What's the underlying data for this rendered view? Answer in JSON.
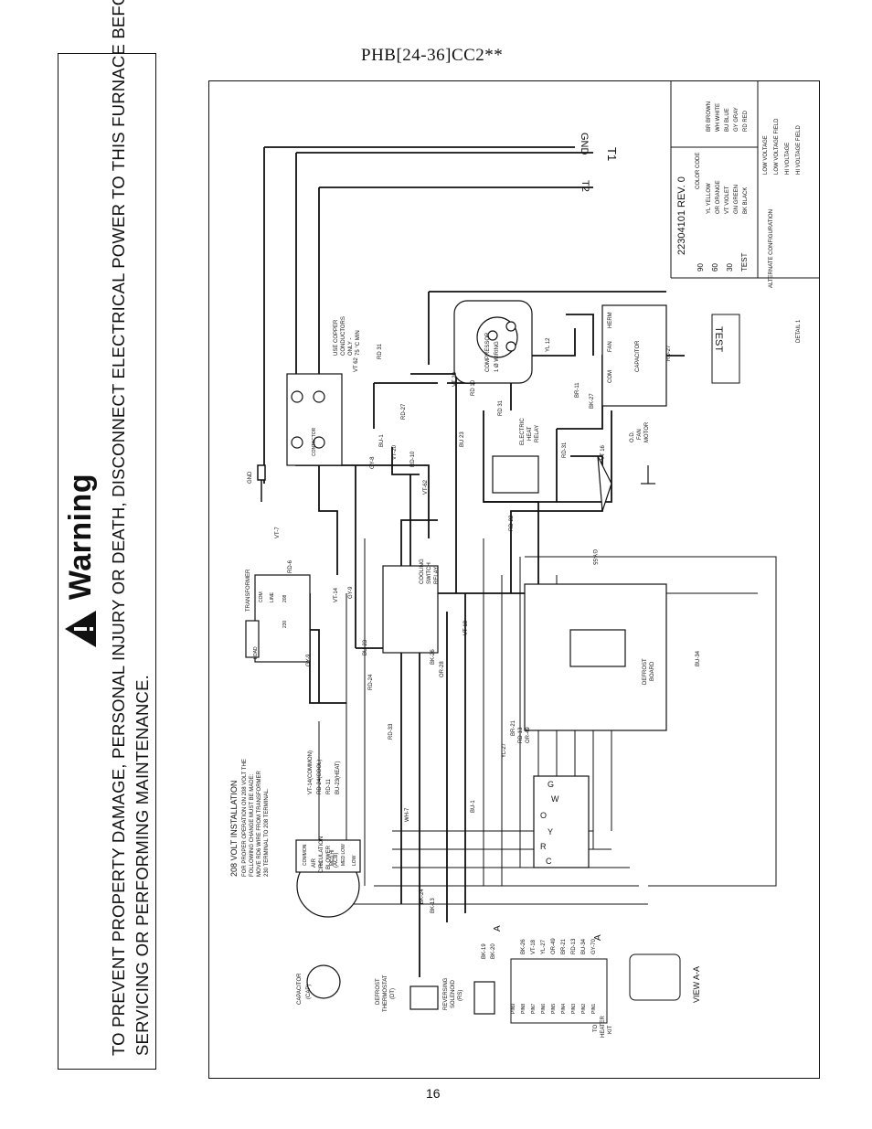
{
  "header": {
    "model": "PHB[24-36]CC2**"
  },
  "warning": {
    "title": "Warning",
    "line1": "TO PREVENT PROPERTY DAMAGE, PERSONAL INJURY OR DEATH, DISCONNECT ELECTRICAL POWER TO THIS FURNACE BEFORE",
    "line2": "SERVICING OR PERFORMING MAINTENANCE."
  },
  "diagram": {
    "revision": "22304101 REV. 0",
    "color_code_title": "COLOR CODE",
    "color_codes_left": [
      "YL YELLOW",
      "OR ORANGE",
      "VT VIOLET",
      "GN GREEN",
      "BK BLACK"
    ],
    "color_codes_right": [
      "BR BROWN",
      "WH WHITE",
      "BU BLUE",
      "GY GRAY",
      "RD RED"
    ],
    "voltage_legend": [
      "LOW VOLTAGE",
      "LOW VOLTAGE FIELD",
      "HI VOLTAGE",
      "HI VOLTAGE FIELD"
    ],
    "detail_label": "DETAIL 1",
    "alternate_label": "ALTERNATE CONFIGURATION",
    "test_settings": [
      "90",
      "60",
      "30",
      "TEST"
    ],
    "test_label": "TEST",
    "power": [
      "GND",
      "T1",
      "T2"
    ],
    "gnd_label": "GND",
    "install_title": "208 VOLT INSTALLATION",
    "install_text": [
      "FOR PROPER OPERATION ON 208 VOLT THE",
      "FOLLOWING CHANGE MUST BE MADE:",
      "MOVE RD6 WIRE FROM TRANSFORMER",
      "230 TERMINAL TO 208 TERMINAL."
    ],
    "blower_label": [
      "AIR",
      "CIRCULATION",
      "BLOWER",
      "(ACB)"
    ],
    "blower_taps": [
      "COMMON",
      "HI",
      "MED HI",
      "MED LOW",
      "LOW"
    ],
    "capacitor_label": [
      "CAPACITOR",
      "(CAP)"
    ],
    "blower_wires": [
      "VT-14(COMMON)",
      "RD-24(COOL)",
      "RD-11",
      "BU-23(HEAT)"
    ],
    "transformer_label": "TRANSFORMER",
    "transformer_taps": [
      "COM",
      "LINE",
      "230",
      "208",
      "LOAD"
    ],
    "contactor_label": "CONTACTOR",
    "compressor_label": [
      "COMPRESSOR",
      "1 Ø WIRING"
    ],
    "copper_note": [
      "USE COPPER",
      "CONDUCTORS",
      "ONLY -",
      "75 °C MIN"
    ],
    "cap_label": "CAPACITOR",
    "cap_terms": [
      "COM",
      "FAN",
      "HERM"
    ],
    "fan_motor_label": [
      "O.D.",
      "FAN",
      "MOTOR"
    ],
    "heat_relay_label": [
      "ELECTRIC",
      "HEAT",
      "RELAY"
    ],
    "cooling_relay_label": [
      "COOLING",
      "SWITCH",
      "RELAY"
    ],
    "defrost_board_label": [
      "DEFROST",
      "BOARD"
    ],
    "defrost_thermo_label": [
      "DEFROST",
      "THERMOSTAT",
      "(DT)"
    ],
    "solenoid_label": [
      "REVERSING",
      "SOLENOID",
      "(RS)"
    ],
    "heater_kit_label": [
      "TO",
      "HEATER",
      "KIT"
    ],
    "view_label": "VIEW A-A",
    "section_mark": "A",
    "terminals": [
      "G",
      "W",
      "O",
      "Y",
      "R",
      "C"
    ],
    "pins": [
      "PIN9",
      "PIN8",
      "PIN7",
      "PIN6",
      "PIN5",
      "PIN4",
      "PIN3",
      "PIN2",
      "PIN1"
    ],
    "pin_wires": [
      "BK-26",
      "VT-18",
      "YL-27",
      "OR-49",
      "BR-21",
      "RD-13",
      "BU-34",
      "GY-70"
    ],
    "wires": {
      "vt7": "VT-7",
      "rd6": "RD-6",
      "vt14": "VT-14",
      "gy9": "GY-9",
      "gy9b": "GY-9",
      "bu23": "BU-23",
      "rd24": "RD-24",
      "rd33": "RD-33",
      "wh7": "WH-7",
      "bk24": "BK-24",
      "bk13": "BK-13",
      "bk19": "BK-19",
      "bk20": "BK-20",
      "or28": "OR-28",
      "bk26": "BK-26",
      "vt18": "VT-18",
      "bu1": "BU-1",
      "yl27": "YL-27",
      "br21": "BR-21",
      "rd13": "RD-13",
      "or49": "OR-49",
      "gy8": "GY-8",
      "bu1b": "BU-1",
      "vt20": "VT-20",
      "rd10": "RD-10",
      "vt62": "VT-62",
      "rd27": "RD-27",
      "bu23b": "BU 23",
      "rd22": "RD-22",
      "rd31": "RD-31",
      "gy55": "GY-55",
      "bu34": "BU-34",
      "vt62b": "VT 62",
      "rd31b": "RD 31",
      "vt20b": "VT 20",
      "rd10b": "RD 10",
      "rd31c": "RD 31",
      "yl12": "YL 12",
      "br11": "BR-11",
      "bk27": "BK-27",
      "rd27b": "RD-27",
      "vt16": "VT 16"
    }
  },
  "footer": {
    "page_number": "16"
  }
}
